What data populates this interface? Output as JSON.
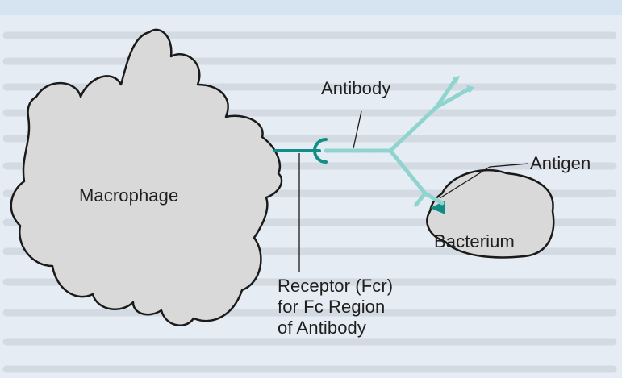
{
  "diagram": {
    "labels": {
      "macrophage": "Macrophage",
      "antibody": "Antibody",
      "antigen": "Antigen",
      "bacterium": "Bacterium",
      "receptor_line1": "Receptor (Fcr)",
      "receptor_line2": "for Fc Region",
      "receptor_line3": "of Antibody"
    },
    "colors": {
      "cell_fill": "#d9d9d9",
      "cell_outline": "#1a1a1a",
      "receptor": "#0f8f86",
      "antibody": "#8fd4cf",
      "antigen": "#118c84",
      "background_text": "#c3c7cd"
    }
  }
}
